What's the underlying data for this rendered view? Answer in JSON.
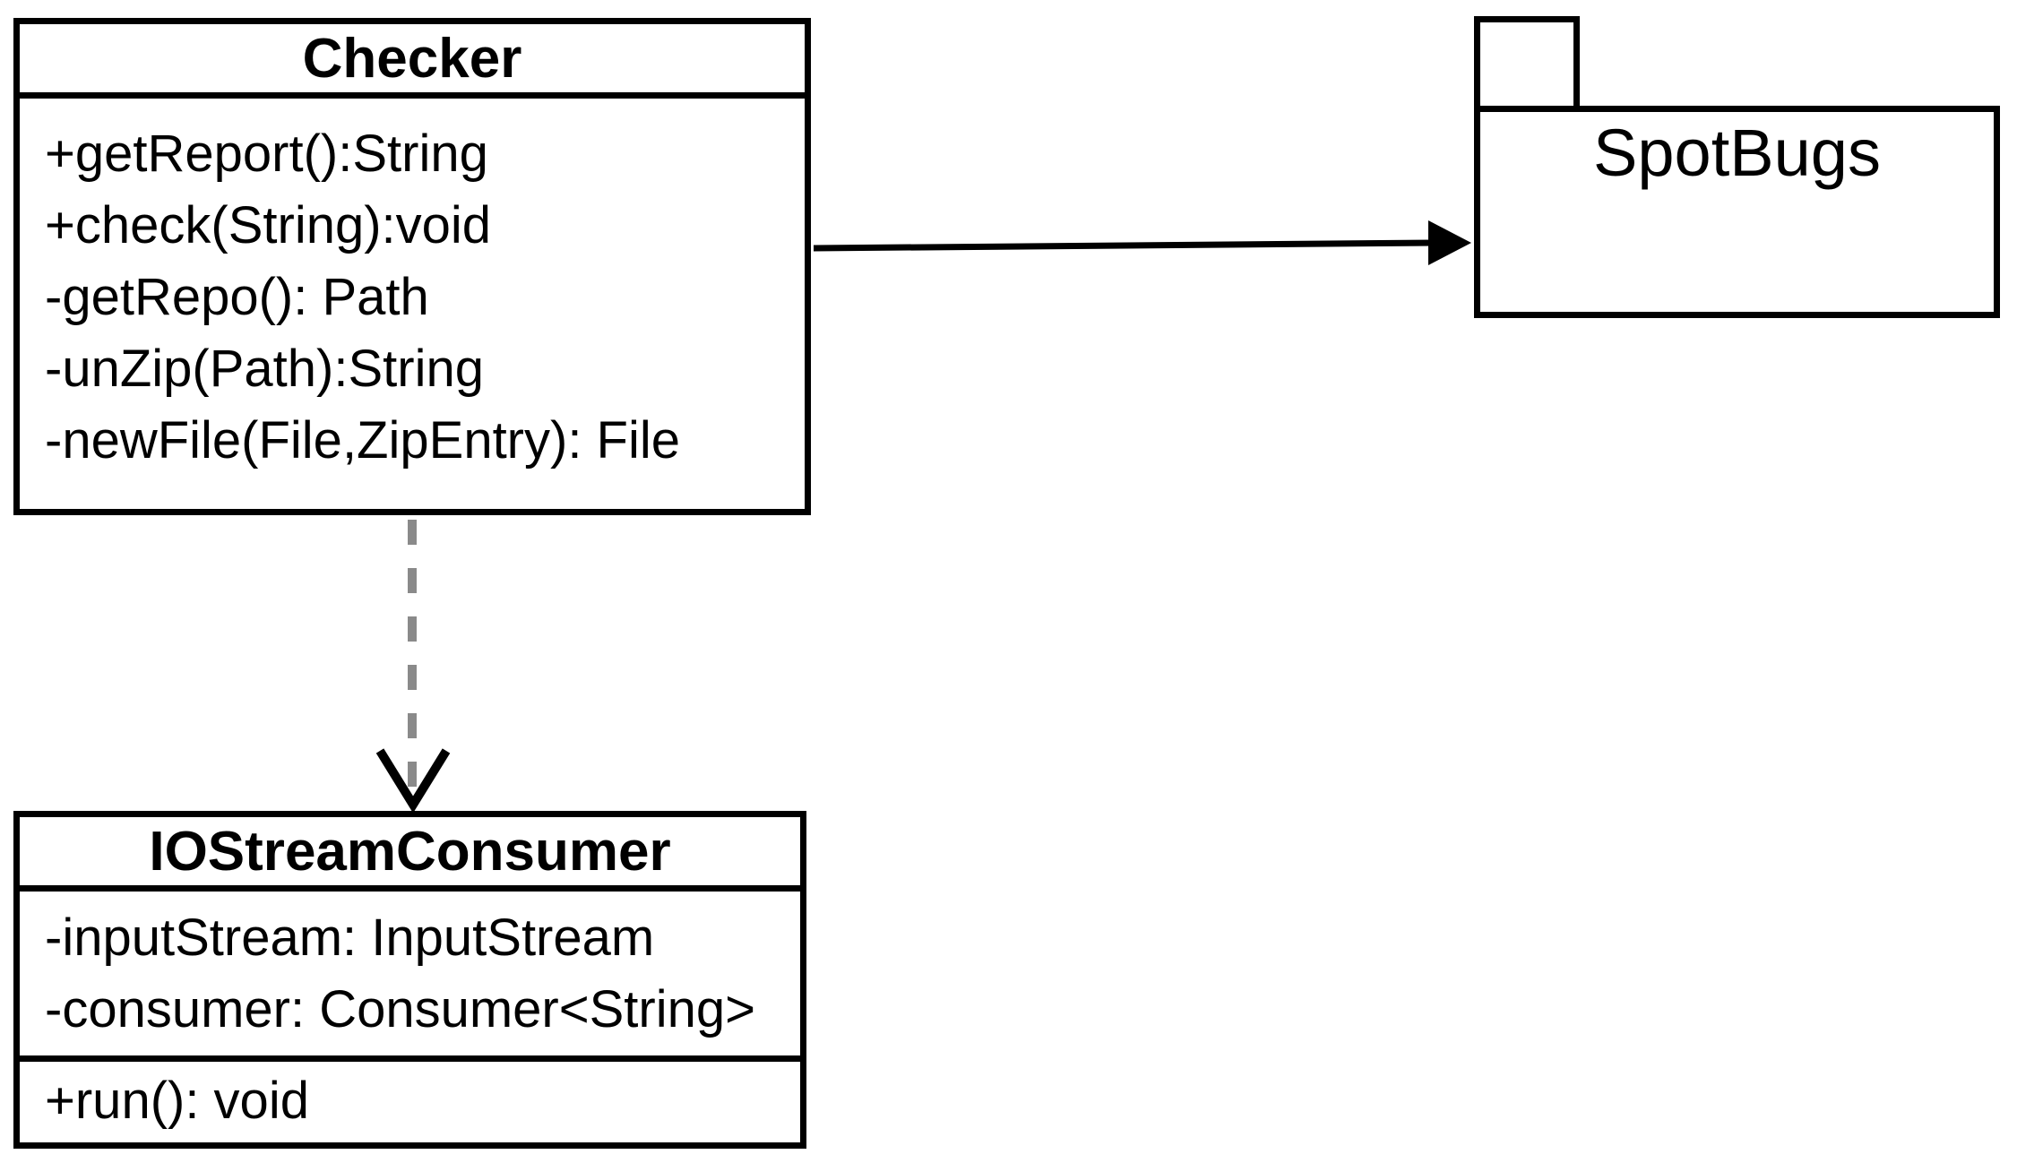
{
  "diagram": {
    "kind": "uml-class-diagram",
    "background_color": "#ffffff",
    "stroke_color": "#000000",
    "dependency_dash_color": "#8a8a8a"
  },
  "checker": {
    "title": "Checker",
    "members": [
      "+getReport():String",
      "+check(String):void",
      "-getRepo(): Path",
      "-unZip(Path):String",
      "-newFile(File,ZipEntry): File"
    ]
  },
  "spotbugs": {
    "title": "SpotBugs",
    "stereotype": "package"
  },
  "iostream": {
    "title": "IOStreamConsumer",
    "attributes": [
      "-inputStream: InputStream",
      "-consumer: Consumer<String>"
    ],
    "methods": [
      "+run(): void"
    ]
  },
  "relations": [
    {
      "from": "Checker",
      "to": "SpotBugs",
      "style": "solid-filled-arrow"
    },
    {
      "from": "Checker",
      "to": "IOStreamConsumer",
      "style": "dashed-open-arrow"
    }
  ]
}
